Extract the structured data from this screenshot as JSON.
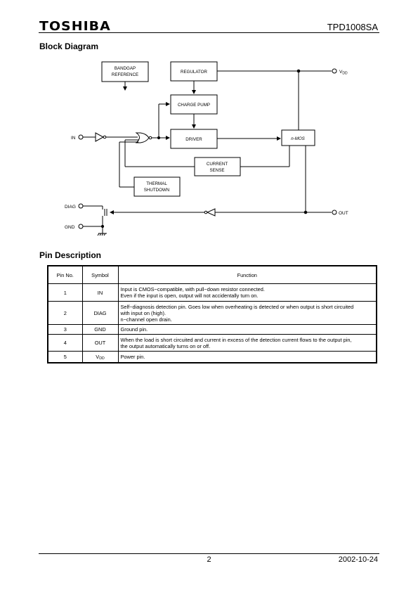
{
  "header": {
    "brand": "TOSHIBA",
    "part_number": "TPD1008SA"
  },
  "block_diagram": {
    "title": "Block Diagram",
    "blocks": {
      "bandgap_line1": "BANDGAP",
      "bandgap_line2": "REFERENCE",
      "regulator": "REGULATOR",
      "charge_pump": "CHARGE PUMP",
      "driver": "DRIVER",
      "nmos": "n-MOS",
      "current_sense_line1": "CURRENT",
      "current_sense_line2": "SENSE",
      "thermal_line1": "THERMAL",
      "thermal_line2": "SHUTDOWN"
    },
    "pins": {
      "in": "IN",
      "diag": "DIAG",
      "gnd": "GND",
      "vdd_main": "V",
      "vdd_sub": "DD",
      "out": "OUT"
    }
  },
  "pin_description": {
    "title": "Pin Description",
    "headers": {
      "pin_no": "Pin No.",
      "symbol": "Symbol",
      "function": "Function"
    },
    "rows": [
      {
        "pin": "1",
        "symbol": "IN",
        "function": [
          "Input is CMOS−compatible, with pull−down resistor connected.",
          "Even if the input is open, output will not accidentally turn on."
        ]
      },
      {
        "pin": "2",
        "symbol": "DIAG",
        "function": [
          "Self−diagnosis detection pin. Goes low when overheating is detected or when output is short circuited",
          "with input on (high).",
          "n−channel open drain."
        ]
      },
      {
        "pin": "3",
        "symbol": "GND",
        "function": [
          "Ground pin."
        ]
      },
      {
        "pin": "4",
        "symbol": "OUT",
        "function": [
          "When the load is short circuited and current in excess of the detection current flows to the output pin,",
          "the output automatically turns on or off."
        ]
      },
      {
        "pin": "5",
        "symbol_main": "V",
        "symbol_sub": "DD",
        "function": [
          "Power pin."
        ]
      }
    ]
  },
  "footer": {
    "page": "2",
    "date": "2002-10-24"
  }
}
